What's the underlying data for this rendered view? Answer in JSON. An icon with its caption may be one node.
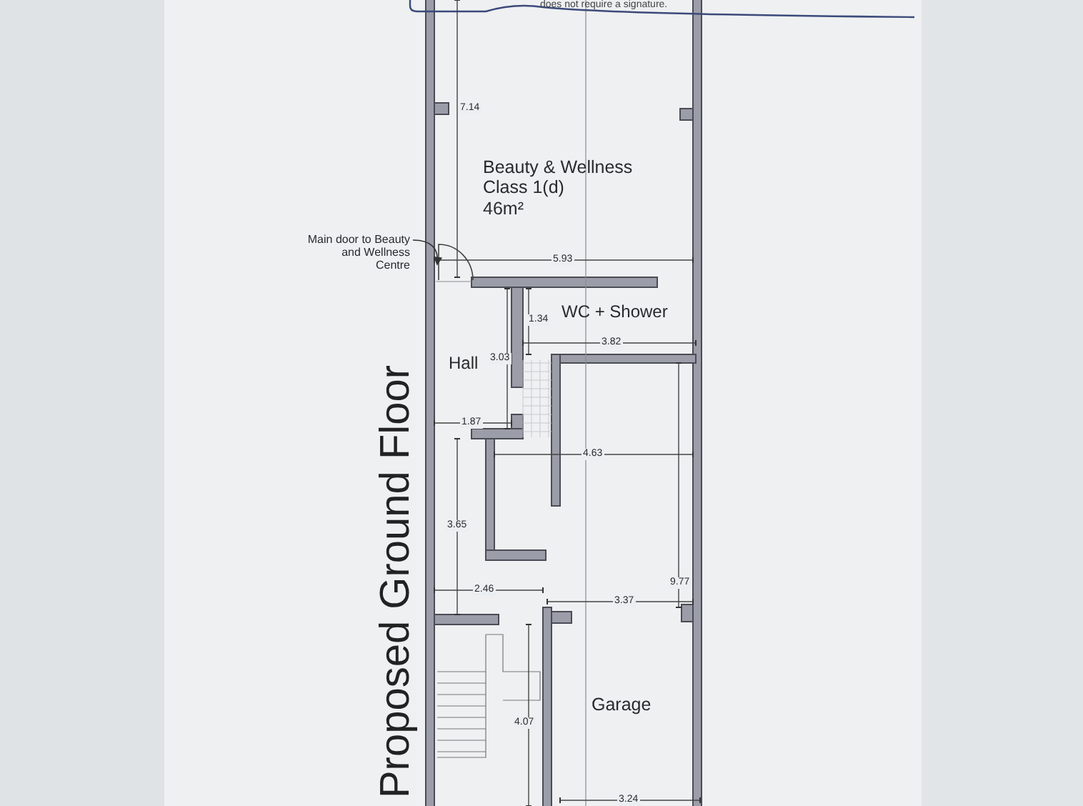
{
  "diagram": {
    "title": "Proposed Ground Floor",
    "nodes": [
      {
        "text": [
          "Beauty & Wellness Class 1(d)",
          "46m²"
        ]
      },
      {
        "text": [
          "WC + Shower"
        ]
      },
      {
        "text": [
          "Hall"
        ]
      },
      {
        "text": [
          "Garage"
        ]
      },
      {
        "text": [
          "Main door to Beauty and Wellness Centre"
        ]
      },
      {
        "text": [],
        "shape": "door"
      }
    ],
    "edges": [
      {
        "from": 4,
        "to": 5,
        "arrow": "to"
      }
    ],
    "labels": [
      "does not require a signature.",
      "7.14",
      "5.93",
      "1.34",
      "3.82",
      "3.03",
      "1.87",
      "4.63",
      "3.65",
      "9.77",
      "2.46",
      "3.37",
      "4.07",
      "3.24"
    ]
  }
}
